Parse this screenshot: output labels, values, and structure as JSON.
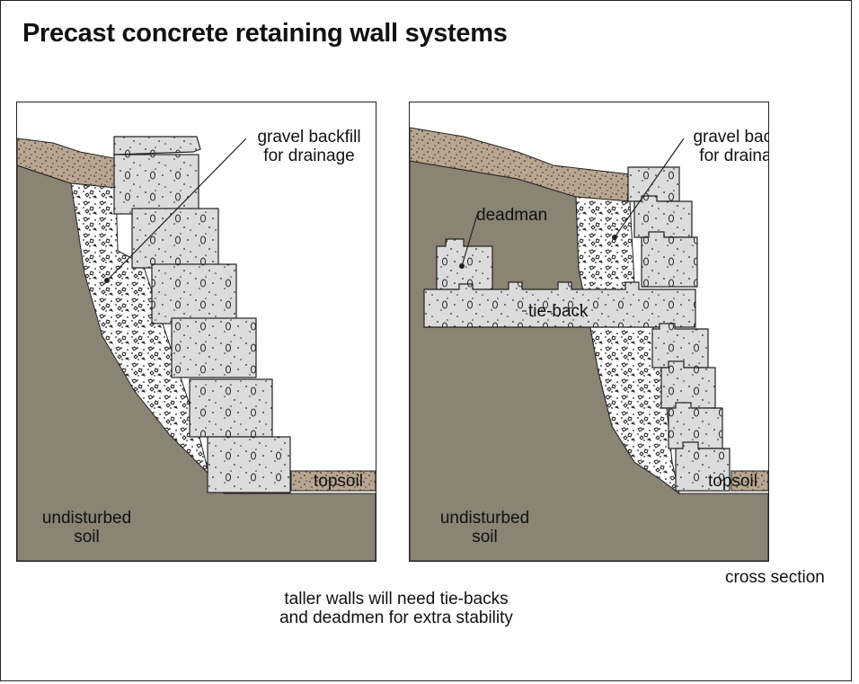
{
  "title": "Precast concrete retaining wall systems",
  "left_panel": {
    "gravel_label_line1": "gravel backfill",
    "gravel_label_line2": "for drainage",
    "topsoil_label": "topsoil",
    "soil_label_line1": "undisturbed",
    "soil_label_line2": "soil"
  },
  "right_panel": {
    "gravel_label_line1": "gravel backfill",
    "gravel_label_line2": "for drainage",
    "deadman_label": "deadman",
    "tieback_label": "tie-back",
    "topsoil_label": "topsoil",
    "soil_label_line1": "undisturbed",
    "soil_label_line2": "soil"
  },
  "caption": "cross section",
  "footer_line1": "taller walls will need tie-backs",
  "footer_line2": "and deadmen for extra stability",
  "colors": {
    "soil": "#8b8373",
    "topsoil": "#b9a690",
    "concrete": "#dcdcdc",
    "gravel": "#ffffff",
    "outline": "#222222"
  }
}
